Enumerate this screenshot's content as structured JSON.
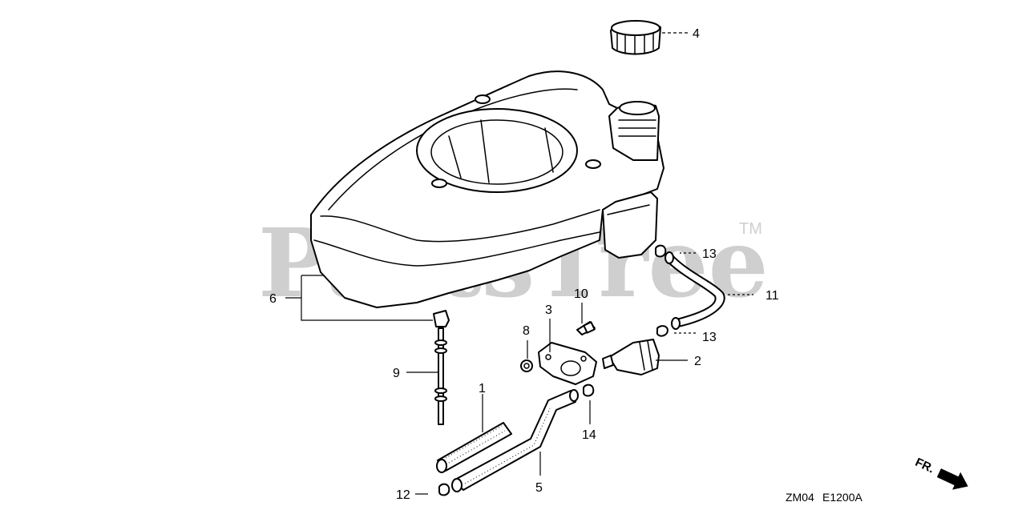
{
  "watermark": {
    "text": "PartsTree",
    "trademark": "TM"
  },
  "callouts": {
    "c1": "1",
    "c2": "2",
    "c3": "3",
    "c4": "4",
    "c5": "5",
    "c6": "6",
    "c7_9": "9",
    "c8": "8",
    "c10": "10",
    "c11": "11",
    "c12": "12",
    "c13a": "13",
    "c13b": "13",
    "c14": "14"
  },
  "footer": {
    "code_left": "ZM04",
    "code_right": "E1200A"
  },
  "direction": {
    "label": "FR."
  }
}
